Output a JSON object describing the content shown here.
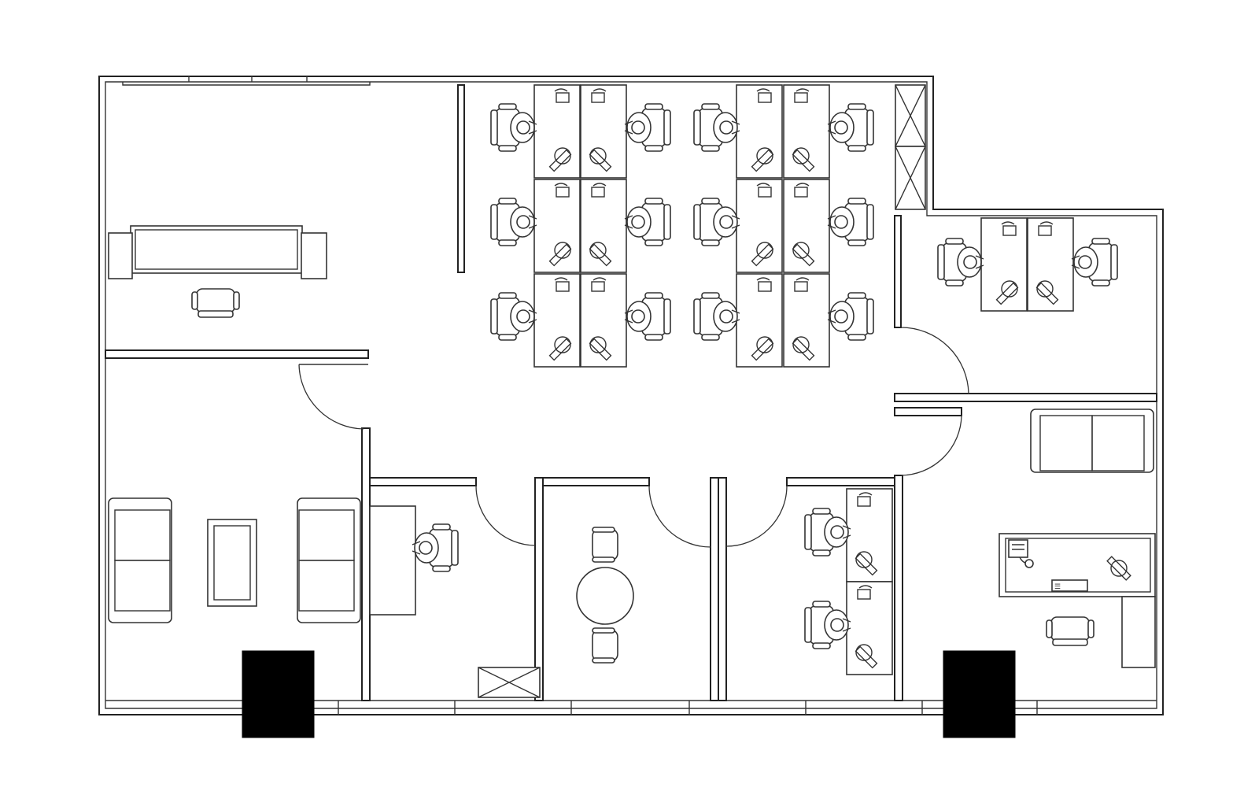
{
  "plan": {
    "title": "",
    "colors": {
      "line": "#222222",
      "background": "#ffffff",
      "column": "#000000"
    },
    "rooms": [
      "executive-office",
      "lounge",
      "private-office",
      "meeting-room",
      "office-two-desks",
      "open-workspace",
      "workstation-pod",
      "reception"
    ],
    "phone_display": "☰ "
  }
}
